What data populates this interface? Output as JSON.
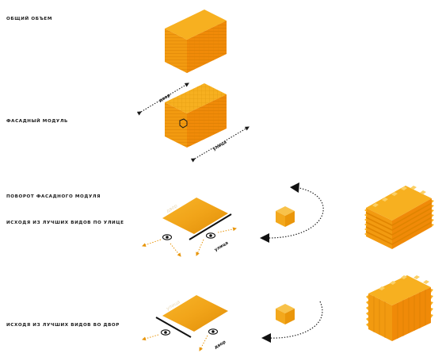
{
  "labels": {
    "total_volume": "ОБЩИЙ ОБЪЕМ",
    "facade_module": "ФАСАДНЫЙ МОДУЛЬ",
    "module_rotation": "ПОВОРОТ ФАСАДНОГО МОДУЛЯ",
    "street_views": "ИСХОДЯ ИЗ ЛУЧШИХ ВИДОВ ПО УЛИЦЕ",
    "yard_views": "ИСХОДЯ ИЗ ЛУЧШИХ ВИДОВ ВО ДВОР"
  },
  "annotations": {
    "yard": "двор",
    "street": "улица",
    "yard_faded": "двор",
    "street_faded": "улица"
  },
  "colors": {
    "orange_top": "#f7b020",
    "orange_left": "#f29a10",
    "orange_right": "#f08a08",
    "dark": "#1a1a1a",
    "arrow": "#e8960c",
    "grid": "#c97400"
  },
  "icons": [
    "eye-icon",
    "eye-icon",
    "eye-icon",
    "eye-icon",
    "rotation-arrow-icon",
    "rotation-arrow-icon",
    "cube-icon",
    "cube-icon"
  ]
}
